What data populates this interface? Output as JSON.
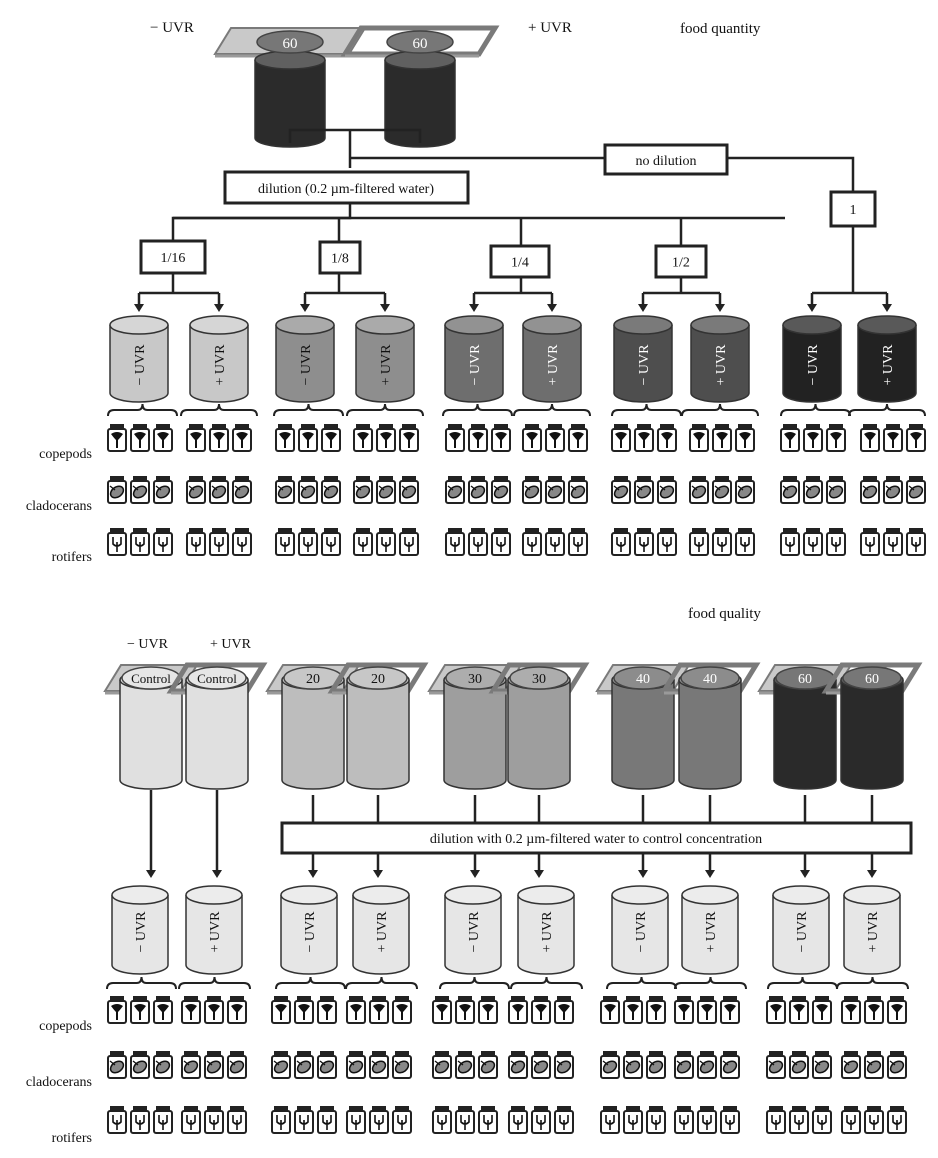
{
  "quantity": {
    "heading": "food quantity",
    "uv_minus": "− UVR",
    "uv_plus": "+ UVR",
    "source_values": [
      "60",
      "60"
    ],
    "dilution_label": "dilution (0.2 µm-filtered water)",
    "no_dilution_label": "no dilution",
    "levels": [
      "1/16",
      "1/8",
      "1/4",
      "1/2",
      "1"
    ],
    "level_colors": [
      "#c8c8c8",
      "#8e8e8e",
      "#6e6e6e",
      "#4e4e4e",
      "#222222"
    ],
    "beaker_labels": [
      "− UVR",
      "+ UVR"
    ]
  },
  "quality": {
    "heading": "food quality",
    "uv_minus": "− UVR",
    "uv_plus": "+ UVR",
    "treatments": [
      "Control",
      "20",
      "30",
      "40",
      "60"
    ],
    "treatment_colors": [
      "#e0e0e0",
      "#bdbdbd",
      "#9e9e9e",
      "#787878",
      "#2a2a2a"
    ],
    "dilution_label": "dilution with 0.2 µm-filtered water to control concentration",
    "beaker_labels": [
      "− UVR",
      "+ UVR"
    ]
  },
  "organisms": [
    "copepods",
    "cladocerans",
    "rotifers"
  ],
  "icons": {
    "copepod": "copepod-icon",
    "cladoceran": "cladoceran-icon",
    "rotifer": "rotifer-icon",
    "filter": "uv-filter-icon",
    "beaker": "beaker-icon"
  }
}
